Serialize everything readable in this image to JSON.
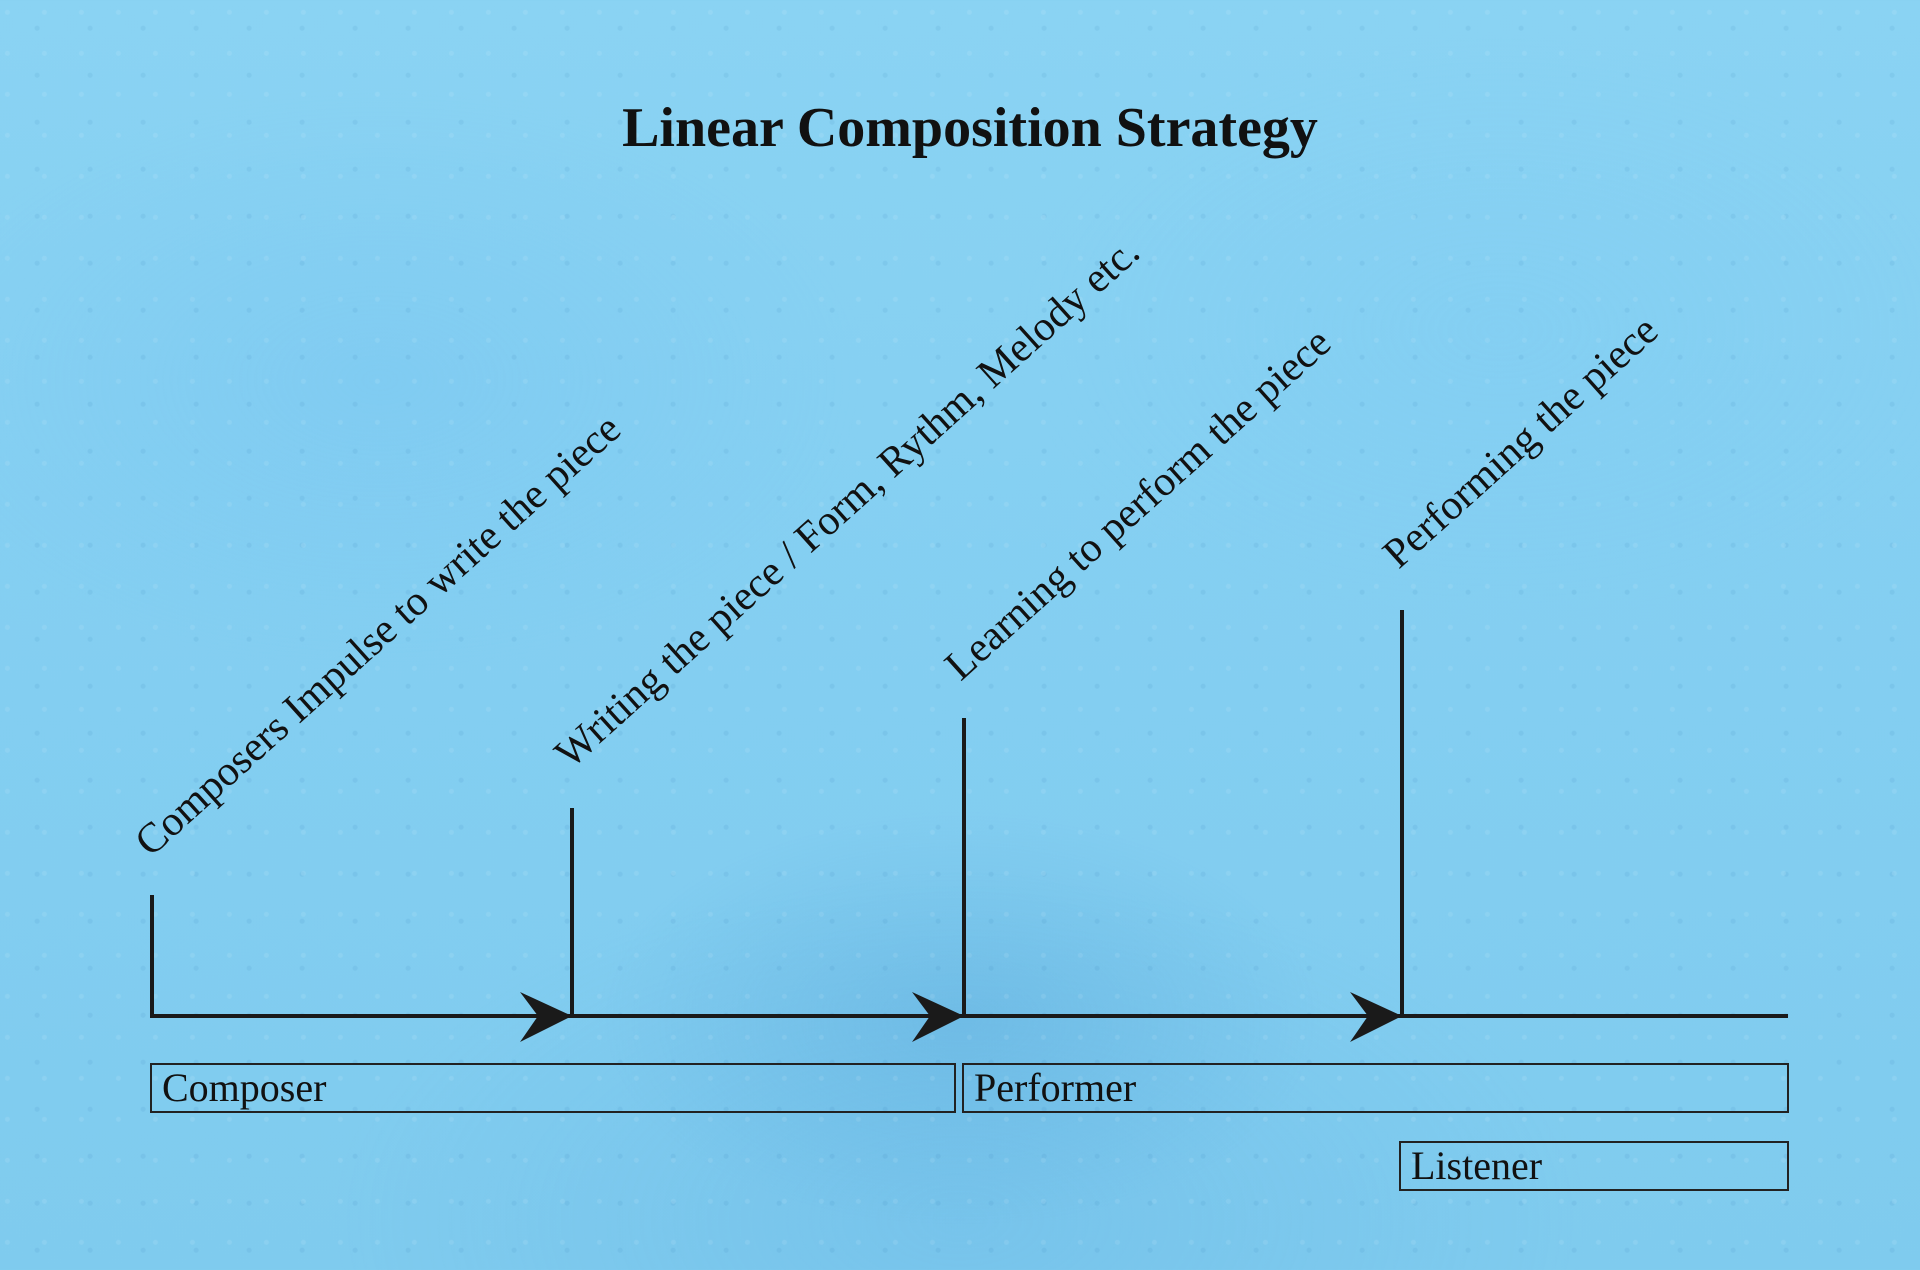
{
  "title": "Linear Composition Strategy",
  "stages": [
    "Composers Impulse to write the piece",
    "Writing the piece / Form, Rythm, Melody etc.",
    "Learning to perform the piece",
    "Performing the piece"
  ],
  "roles": [
    "Composer",
    "Performer",
    "Listener"
  ]
}
